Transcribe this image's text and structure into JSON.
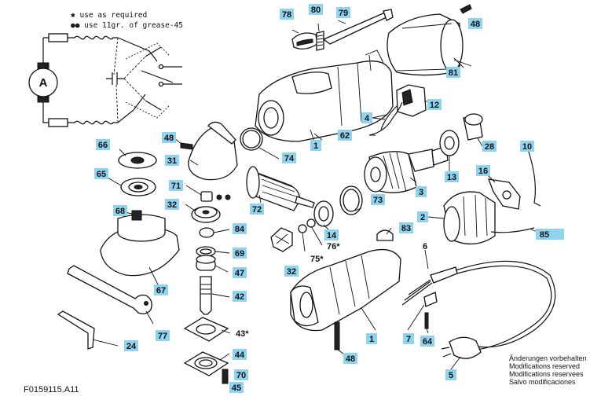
{
  "legend": {
    "line1": "✱ use as required",
    "line2": "●● use 11gr. of grease-45"
  },
  "schematic": {
    "motor_letter": "A"
  },
  "notes": [
    "Änderungen vorbehalten",
    "Modifications reserved",
    "Modifications reservees",
    "Salvo modificaciones"
  ],
  "drawing_code": "F0159115.A11",
  "part_labels": {
    "p78": "78",
    "p80": "80",
    "p79": "79",
    "p48a": "48",
    "p81": "81",
    "p12": "12",
    "p4": "4",
    "p62": "62",
    "p28": "28",
    "p1a": "1",
    "p74": "74",
    "p66": "66",
    "p48b": "48",
    "p31": "31",
    "p65": "65",
    "p71": "71",
    "p32a": "32",
    "p68": "68",
    "p84": "84",
    "p69": "69",
    "p47": "47",
    "p67": "67",
    "p42": "42",
    "p43": "43*",
    "p77": "77",
    "p24": "24",
    "p44": "44",
    "p70": "70",
    "p45": "45",
    "p72": "72",
    "p14": "14",
    "p76": "76*",
    "p75": "75*",
    "p32b": "32",
    "p73": "73",
    "p83": "83",
    "p3": "3",
    "p13": "13",
    "p16": "16",
    "p10": "10",
    "p2": "2",
    "p85": "85",
    "p6": "6",
    "p1b": "1",
    "p48c": "48",
    "p7": "7",
    "p64": "64",
    "p5": "5"
  }
}
